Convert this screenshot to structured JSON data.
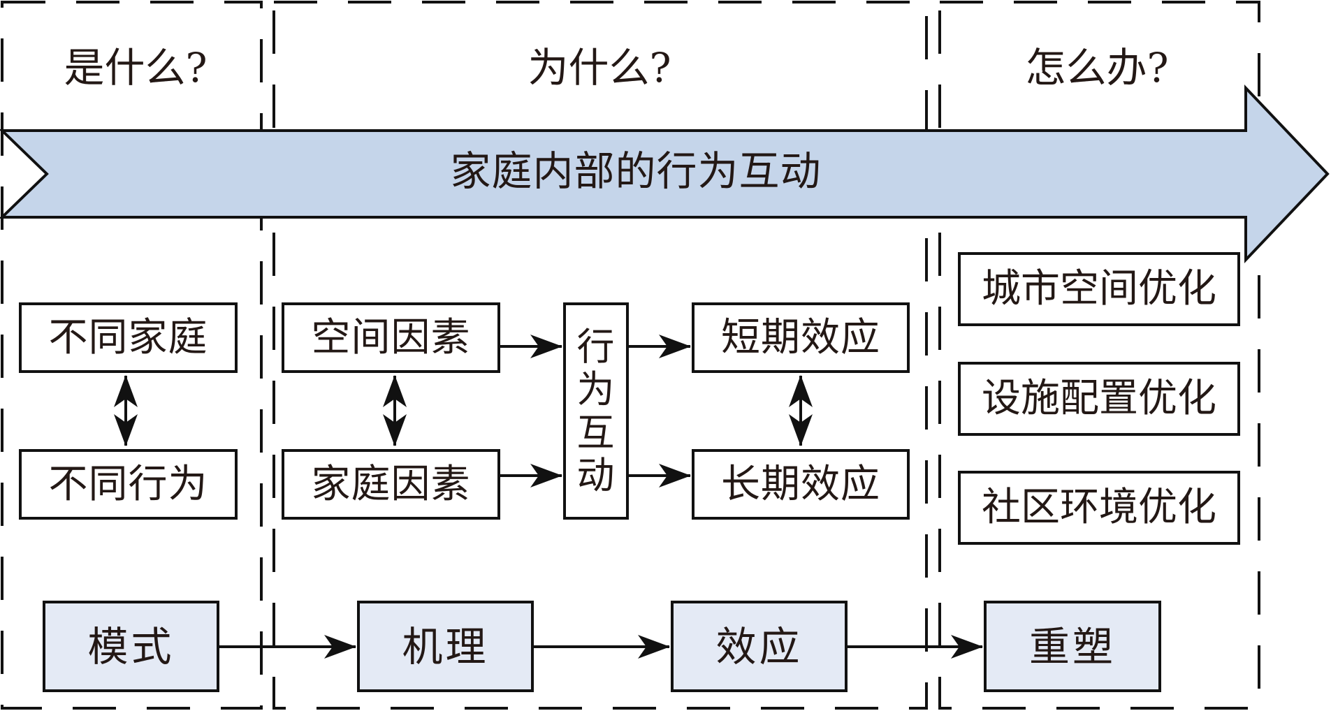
{
  "diagram": {
    "type": "flow-framework",
    "colors": {
      "band_fill": "#C5D5EA",
      "stage_fill": "#E4EAF5",
      "line": "#111111",
      "text": "#231815"
    },
    "band": {
      "label": "家庭内部的行为互动"
    },
    "sections": [
      {
        "id": "what",
        "heading": "是什么?",
        "boxes": [
          "不同家庭",
          "不同行为"
        ],
        "stage": "模式"
      },
      {
        "id": "why",
        "heading": "为什么?",
        "factors": [
          "空间因素",
          "家庭因素"
        ],
        "center": [
          "行",
          "为",
          "互",
          "动"
        ],
        "effects": [
          "短期效应",
          "长期效应"
        ],
        "stages": [
          "机理",
          "效应"
        ]
      },
      {
        "id": "how",
        "heading": "怎么办?",
        "boxes": [
          "城市空间优化",
          "设施配置优化",
          "社区环境优化"
        ],
        "stage": "重塑"
      }
    ],
    "edges": [
      {
        "from": "不同家庭",
        "to": "不同行为",
        "type": "bidirectional"
      },
      {
        "from": "空间因素",
        "to": "家庭因素",
        "type": "bidirectional"
      },
      {
        "from": "空间因素",
        "to": "行为互动",
        "type": "arrow"
      },
      {
        "from": "家庭因素",
        "to": "行为互动",
        "type": "arrow"
      },
      {
        "from": "行为互动",
        "to": "短期效应",
        "type": "arrow"
      },
      {
        "from": "行为互动",
        "to": "长期效应",
        "type": "arrow"
      },
      {
        "from": "短期效应",
        "to": "长期效应",
        "type": "bidirectional"
      },
      {
        "from": "模式",
        "to": "机理",
        "type": "arrow"
      },
      {
        "from": "机理",
        "to": "效应",
        "type": "arrow"
      },
      {
        "from": "效应",
        "to": "重塑",
        "type": "arrow"
      }
    ]
  }
}
